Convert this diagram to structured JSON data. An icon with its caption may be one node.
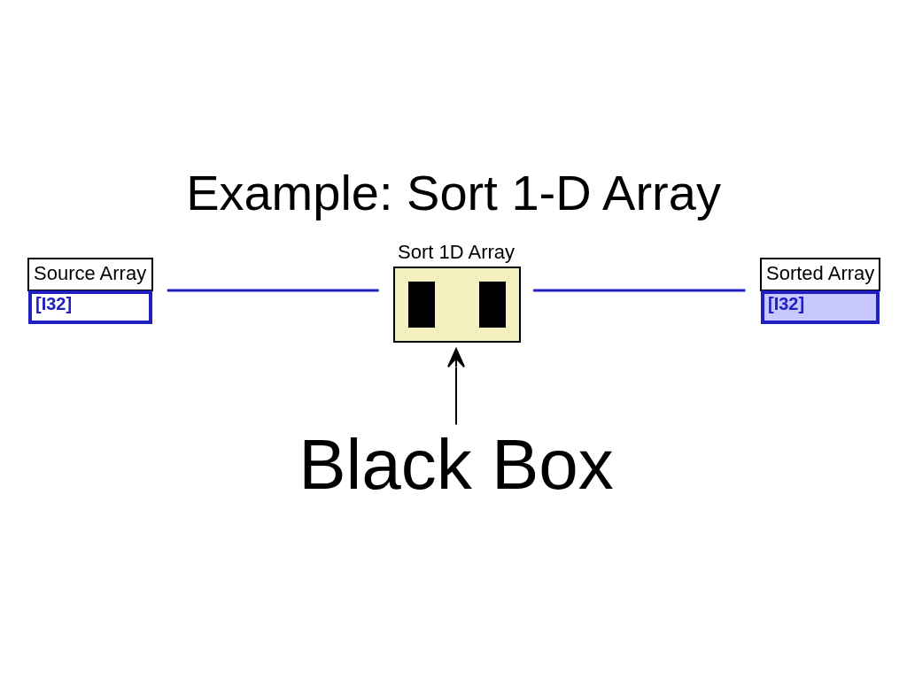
{
  "diagram": {
    "title": "Example: Sort 1-D Array",
    "nodes": [
      {
        "text": [
          "Source Array",
          "[I32]"
        ]
      },
      {
        "text": [
          "Sort 1D Array"
        ]
      },
      {
        "text": [
          "Sorted Array",
          "[I32]"
        ]
      },
      {
        "text": [
          "Black Box"
        ]
      }
    ],
    "edges": [
      {
        "from": 0,
        "to": 1,
        "arrow": "none"
      },
      {
        "from": 1,
        "to": 2,
        "arrow": "none"
      },
      {
        "from": 3,
        "to": 1,
        "arrow": "to",
        "color": "#000000"
      }
    ]
  }
}
